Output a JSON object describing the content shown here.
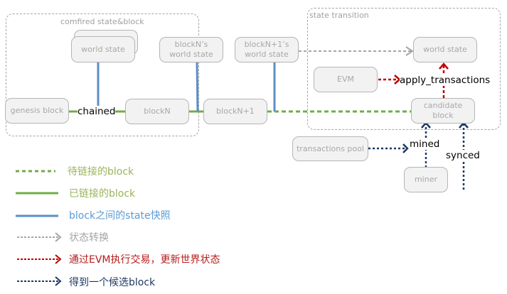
{
  "groups": {
    "confirmed": "comfired state&block",
    "transition": "state transition"
  },
  "nodes": {
    "world_state_confirmed": "world state",
    "blockN_world_state": "blockN’s\nworld state",
    "blockN1_world_state": "blockN+1’s\nworld state",
    "world_state_new": "world state",
    "genesis_block": "genesis block",
    "blockN": "blockN",
    "blockN1": "blockN+1",
    "evm": "EVM",
    "candidate_block": "candidate\nblock",
    "transactions_pool": "transactions pool",
    "miner": "miner"
  },
  "edge_labels": {
    "chained": "chained",
    "apply_transactions": "apply_transactions",
    "mined": "mined",
    "synced": "synced"
  },
  "legend": [
    {
      "label": "待链接的block",
      "color": "#9bb35b",
      "style": "dashed-green"
    },
    {
      "label": "已链接的block",
      "color": "#9bb35b",
      "style": "solid-green"
    },
    {
      "label": "block之间的state快照",
      "color": "#5b9bd5",
      "style": "solid-blue"
    },
    {
      "label": "状态转换",
      "color": "#a6a6a6",
      "style": "dotted-gray-arrow"
    },
    {
      "label": "通过EVM执行交易，更新世界状态",
      "color": "#b71c1c",
      "style": "dotted-red-arrow"
    },
    {
      "label": "得到一个候选block",
      "color": "#1f3864",
      "style": "dotted-navy-arrow"
    }
  ],
  "colors": {
    "green": "#70ad47",
    "blue": "#5b8fc7",
    "gray": "#a6a6a6",
    "red": "#c00000",
    "navy": "#1f3864"
  }
}
